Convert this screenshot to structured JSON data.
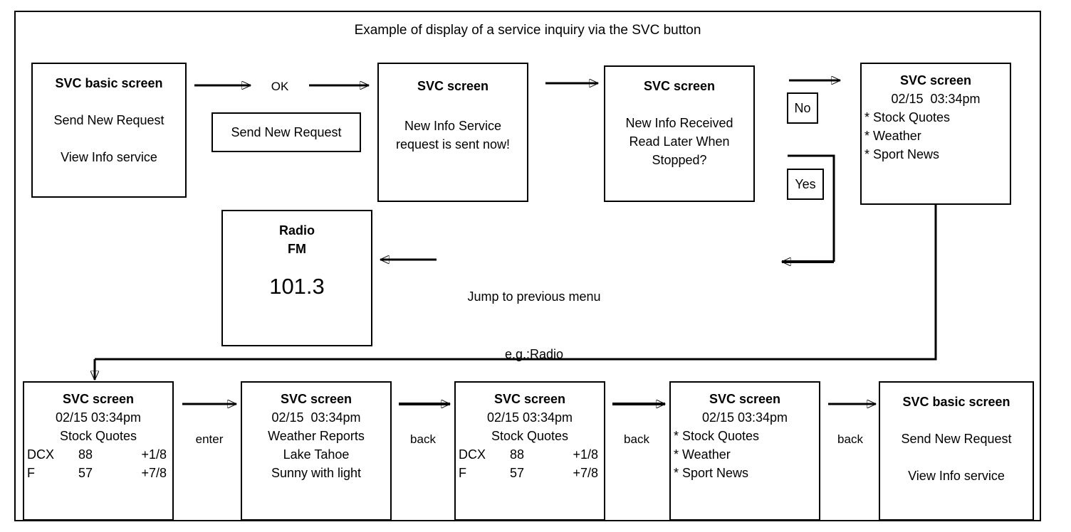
{
  "diagram": {
    "title": "Example of display of a service inquiry via the SVC button",
    "type": "flowchart"
  },
  "boxes": {
    "svc_basic_start": {
      "name": "SVC basic screen",
      "lines": [
        "SVC basic screen",
        "",
        "Send New Request",
        "",
        "View Info service"
      ]
    },
    "send_new_request_label": {
      "text": "Send New Request"
    },
    "svc_sent": {
      "name": "SVC screen",
      "lines": [
        "SVC screen",
        "",
        "New Info Service",
        "request is sent now!"
      ]
    },
    "svc_received": {
      "name": "SVC screen",
      "lines": [
        "SVC screen",
        "",
        "New Info Received",
        "Read Later When",
        "Stopped?"
      ]
    },
    "no_button": {
      "text": "No"
    },
    "yes_button": {
      "text": "Yes"
    },
    "svc_menu_top": {
      "name": "SVC screen",
      "title": "SVC screen",
      "timestamp": "02/15  03:34pm",
      "items": [
        "* Stock Quotes",
        "* Weather",
        "* Sport News"
      ]
    },
    "radio": {
      "name": "Radio",
      "line1": "Radio",
      "line2": "FM",
      "frequency": "101.3"
    },
    "bottom_1_stock": {
      "title": "SVC screen",
      "timestamp": "02/15 03:34pm",
      "heading": "Stock Quotes",
      "rows": [
        {
          "symbol": "DCX",
          "price": "88",
          "change": "+1/8"
        },
        {
          "symbol": "F",
          "price": "57",
          "change": "+7/8"
        }
      ]
    },
    "bottom_2_weather": {
      "title": "SVC screen",
      "timestamp": "02/15  03:34pm",
      "lines": [
        "Weather Reports",
        "Lake Tahoe",
        "Sunny with light"
      ]
    },
    "bottom_3_stock": {
      "title": "SVC screen",
      "timestamp": "02/15 03:34pm",
      "heading": "Stock Quotes",
      "rows": [
        {
          "symbol": "DCX",
          "price": "88",
          "change": "+1/8"
        },
        {
          "symbol": "F",
          "price": "57",
          "change": "+7/8"
        }
      ]
    },
    "bottom_4_menu": {
      "title": "SVC screen",
      "timestamp": "02/15 03:34pm",
      "items": [
        "* Stock Quotes",
        "* Weather",
        "* Sport News"
      ]
    },
    "bottom_5_basic": {
      "title": "SVC basic screen",
      "lines": [
        "SVC basic screen",
        "",
        "Send New Request",
        "",
        "View Info service"
      ]
    }
  },
  "labels": {
    "ok": "OK",
    "jump_line1": "Jump to previous menu",
    "jump_line2": "e.g.:Radio",
    "enter": "enter",
    "back_1": "back",
    "back_2": "back",
    "back_3": "back"
  },
  "colors": {
    "stroke": "#000000",
    "background": "#ffffff",
    "text": "#000000"
  }
}
